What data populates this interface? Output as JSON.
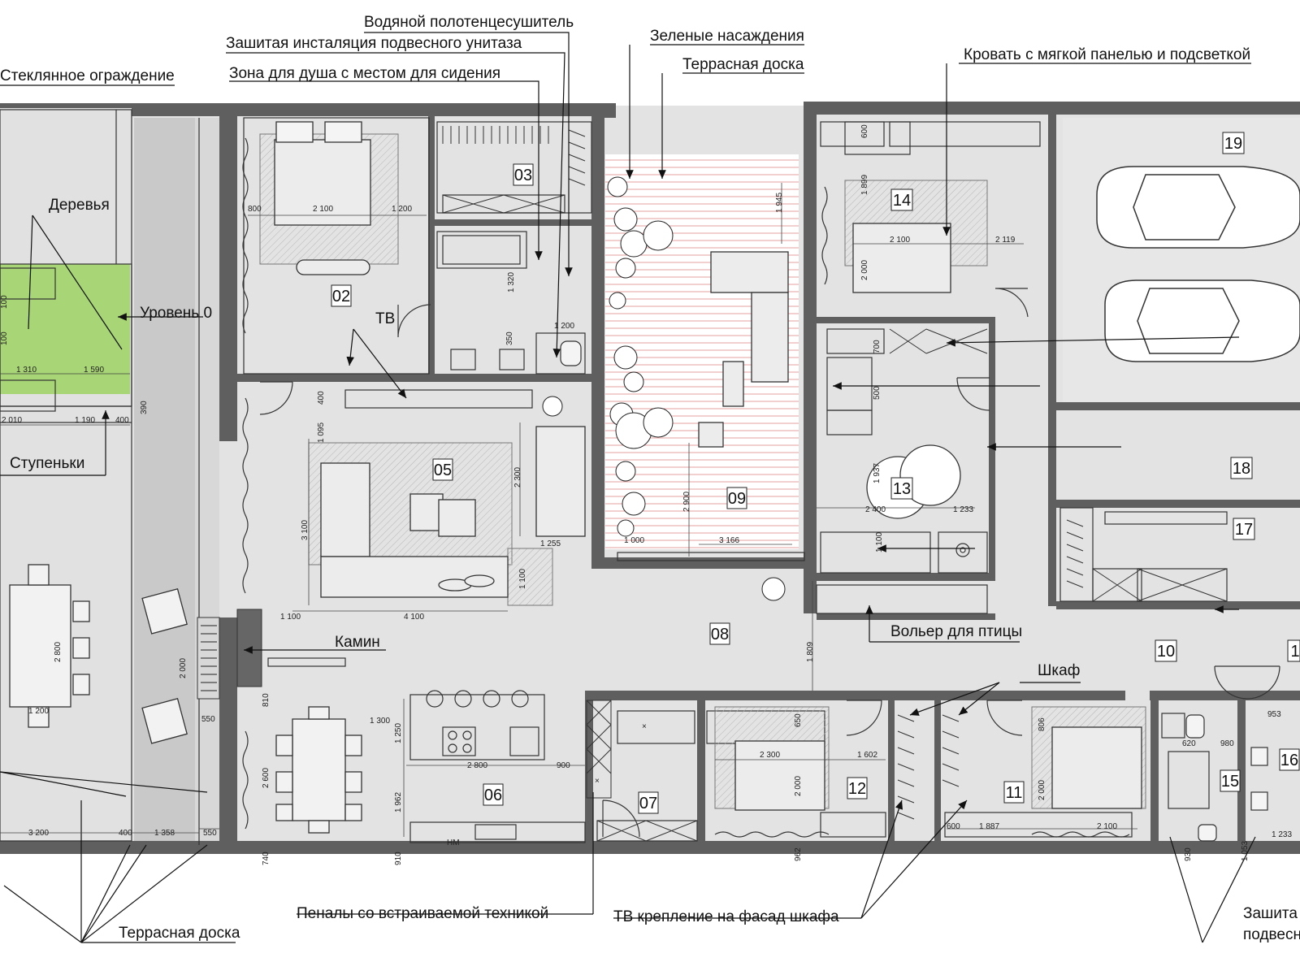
{
  "callouts": {
    "glass_fence": "Стеклянное ограждение",
    "towel_dryer": "Водяной полотенцесушитель",
    "wc_install": "Зашитая инсталяция подвесного унитаза",
    "shower_zone": "Зона для душа с местом для сидения",
    "greenery": "Зеленые насаждения",
    "terrace_deck_top": "Террасная доска",
    "bed_panel": "Кровать с мягкой панелью и подсветкой",
    "trees": "Деревья",
    "level_zero": "Уровень 0",
    "steps": "Ступеньки",
    "tv": "ТВ",
    "fireplace": "Камин",
    "bird_aviary": "Вольер для птицы",
    "wardrobe": "Шкаф",
    "terrace_deck_bottom": "Террасная доска",
    "tall_units": "Пеналы со встраиваемой техникой",
    "tv_mount": "ТВ крепление на фасад шкафа",
    "wc_install_right_1": "Зашита",
    "wc_install_right_2": "подвесн"
  },
  "rooms": {
    "r02": "02",
    "r03": "03",
    "r05": "05",
    "r06": "06",
    "r07": "07",
    "r08": "08",
    "r09": "09",
    "r10": "10",
    "r11": "11",
    "r12": "12",
    "r13": "13",
    "r14": "14",
    "r15": "15",
    "r16": "16",
    "r17": "17",
    "r18": "18",
    "r19": "19",
    "r1x": "1"
  },
  "dims": {
    "d800a": "800",
    "d2100a": "2 100",
    "d1200a": "1 200",
    "d1320": "1 320",
    "d350": "350",
    "d1200b": "1 200",
    "d1945": "1 945",
    "d600a": "600",
    "d1899": "1 899",
    "d2100b": "2 100",
    "d2119": "2 119",
    "d2000a": "2 000",
    "d700": "700",
    "d500": "500",
    "d1937": "1 937",
    "d2400": "2 400",
    "d1233": "1 233",
    "d1100a": "1 100",
    "d100a": "100",
    "d100b": "100",
    "d1310": "1 310",
    "d1590": "1 590",
    "d2010": "2 010",
    "d1190": "1 190",
    "d400a": "400",
    "d390": "390",
    "d400b": "400",
    "d1095": "1 095",
    "d2300a": "2 300",
    "d3100": "3 100",
    "d1255": "1 255",
    "d1100b": "1 100",
    "d1100c": "1 100",
    "d4100": "4 100",
    "d2000b": "2 000",
    "d2800a": "2 800",
    "d1200c": "1 200",
    "d550a": "550",
    "d810": "810",
    "d1300": "1 300",
    "d1250": "1 250",
    "d2800b": "2 800",
    "d900": "900",
    "d2600": "2 600",
    "d1962": "1 962",
    "d740": "740",
    "d910": "910",
    "d3200": "3 200",
    "d400c": "400",
    "d1358": "1 358",
    "d550b": "550",
    "d1809": "1 809",
    "d2900": "2 900",
    "d3166": "3 166",
    "d1000": "1 000",
    "d650": "650",
    "d2300b": "2 300",
    "d1602": "1 602",
    "d2000c": "2 000",
    "d962": "962",
    "d806": "806",
    "d2000d": "2 000",
    "d600b": "600",
    "d1887": "1 887",
    "d2100c": "2 100",
    "d953": "953",
    "d980": "980",
    "d620": "620",
    "d1053": "1 053",
    "d1233b": "1 233",
    "d930": "930"
  },
  "marks": {
    "x1": "×",
    "x2": "×",
    "nm": "НМ"
  },
  "colors": {
    "level_zero_fill": "#a8d575",
    "wall": "#5f5f5f",
    "floor": "#e3e3e3",
    "terrace_deck": "#ffffff",
    "deck_lines": "#e6a0a0"
  }
}
